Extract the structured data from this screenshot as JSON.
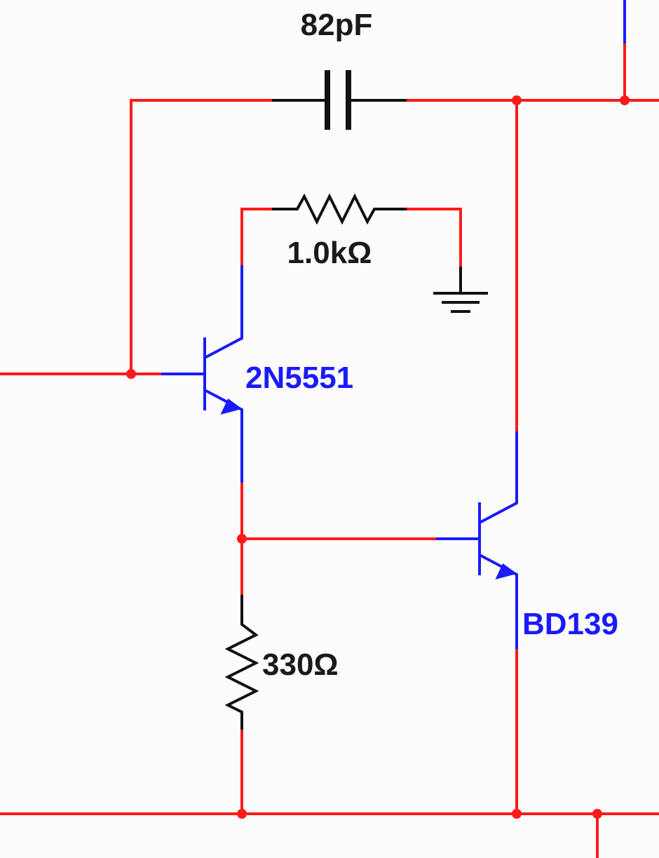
{
  "schematic": {
    "components": {
      "capacitor": {
        "value": "82pF"
      },
      "resistor_top": {
        "value": "1.0kΩ"
      },
      "resistor_bottom": {
        "value": "330Ω"
      },
      "transistor_driver": {
        "model": "2N5551"
      },
      "transistor_output": {
        "model": "BD139"
      }
    },
    "colors": {
      "wire": "#ff1a1a",
      "component_pins": "#1a1aff",
      "passive_symbol": "#111111",
      "label_black": "#1a1a1a",
      "label_blue": "#1a1aff",
      "background": "#fcfcfc"
    }
  }
}
